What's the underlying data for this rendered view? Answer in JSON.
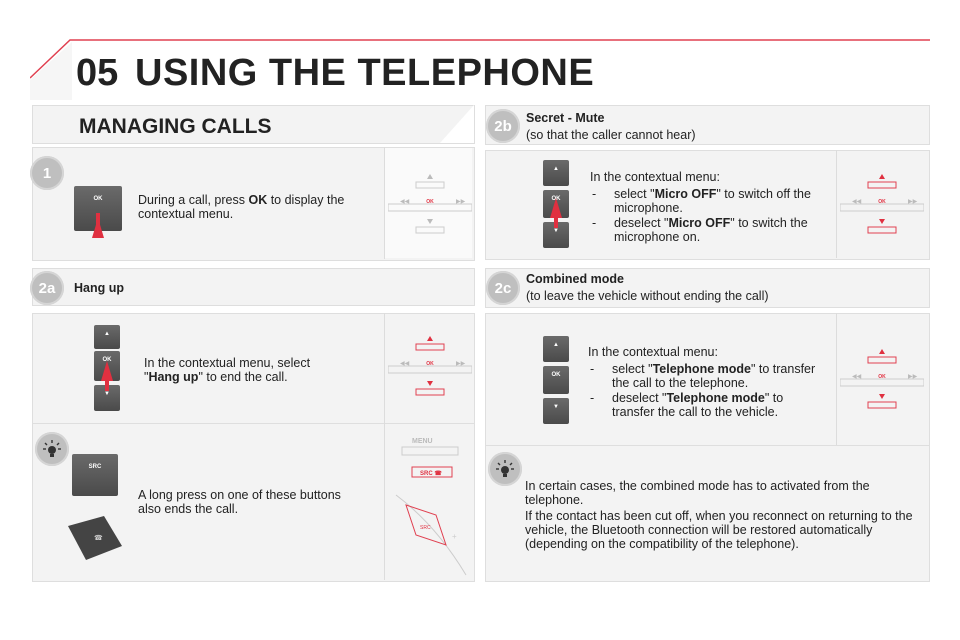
{
  "header": {
    "number": "05",
    "title": "USING THE TELEPHONE"
  },
  "left": {
    "section_title": "MANAGING CALLS",
    "step1": {
      "badge": "1",
      "text_pre": "During a call, press ",
      "text_bold": "OK",
      "text_post": " to display the contextual menu."
    },
    "step2a": {
      "badge": "2a",
      "label": "Hang up",
      "text_pre": "In the contextual menu, select \"",
      "text_bold": "Hang up",
      "text_post": "\" to end the call."
    },
    "tip": {
      "text": "A long press on one of these buttons also ends the call."
    }
  },
  "right": {
    "step2b": {
      "badge": "2b",
      "title": "Secret - Mute",
      "subtitle": "(so that the caller cannot hear)",
      "menu_intro": "In the contextual menu:",
      "items": [
        {
          "dash": "-",
          "pre": "select \"",
          "bold": "Micro OFF",
          "post": "\" to switch off the microphone."
        },
        {
          "dash": "-",
          "pre": "deselect \"",
          "bold": "Micro OFF",
          "post": "\" to switch the microphone on."
        }
      ]
    },
    "step2c": {
      "badge": "2c",
      "title": "Combined mode",
      "subtitle": "(to leave the vehicle without ending the call)",
      "menu_intro": "In the contextual menu:",
      "items": [
        {
          "dash": "-",
          "pre": "select \"",
          "bold": "Telephone mode",
          "post": "\" to transfer the call to the telephone."
        },
        {
          "dash": "-",
          "pre": "deselect \"",
          "bold": "Telephone mode",
          "post": "\" to transfer the call to the vehicle."
        }
      ]
    },
    "tip": {
      "p1": "In certain cases, the combined mode has to activated from the telephone.",
      "p2": "If the contact has been cut off, when you reconnect on returning to the vehicle, the Bluetooth connection will be restored automatically (depending on the compatibility of the telephone)."
    }
  },
  "controls": {
    "ok": "OK",
    "src": "SRC",
    "menu": "MENU"
  },
  "colors": {
    "accent": "#d8263a",
    "badge": "#bfbfbf",
    "panel": "#f3f3f3"
  }
}
